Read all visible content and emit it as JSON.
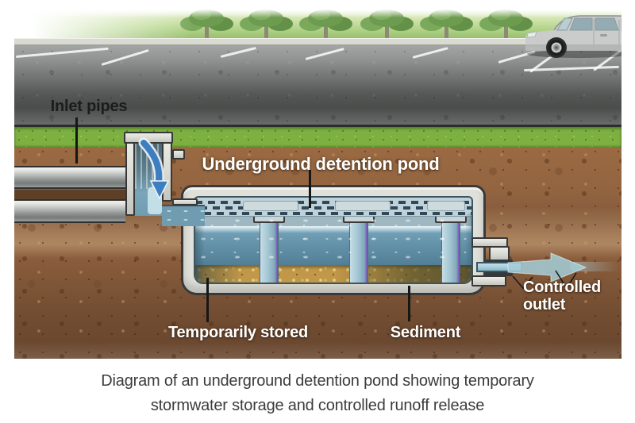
{
  "diagram": {
    "labels": {
      "inlet_pipes": "Inlet pipes",
      "detention_pond": "Underground detention pond",
      "temporarily_stored": "Temporarily stored",
      "sediment": "Sediment",
      "controlled_outlet": "Controlled outlet"
    },
    "flows": {
      "inlet_arrow": "water-flow-down",
      "outlet_arrow": "water-flow-right"
    },
    "colors": {
      "water": "#6492a9",
      "water_highlight": "#d6eef2",
      "sediment": "#c1984a",
      "soil": "#8a5e3e",
      "grass": "#7cb041",
      "asphalt": "#4b4d4c",
      "concrete": "#d8d9d3",
      "inlet_arrow_blue": "#3c7ec0",
      "outlet_arrow_blue": "#a3ced8",
      "label_light": "#ffffff",
      "label_dark": "#1c1c1c",
      "caption_text": "#3c3c3c"
    }
  },
  "caption": {
    "line1": "Diagram of an underground detention pond showing temporary",
    "line2": "stormwater storage and controlled runoff release"
  }
}
